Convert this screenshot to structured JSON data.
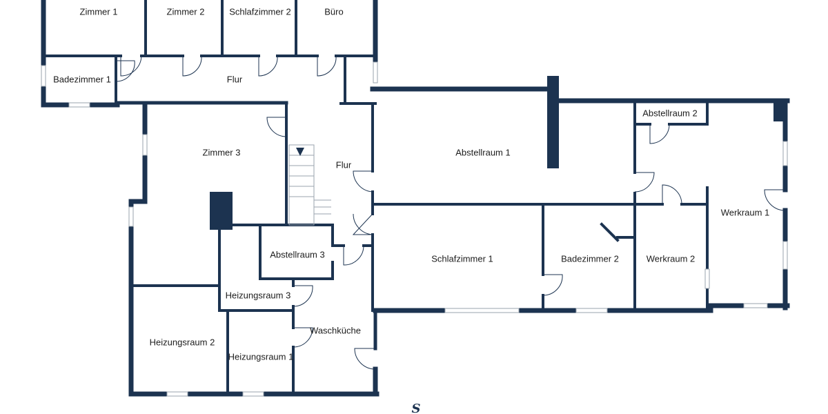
{
  "rooms": {
    "zimmer_1": "Zimmer 1",
    "zimmer_2": "Zimmer 2",
    "schlafzimmer_2": "Schlafzimmer 2",
    "buero": "Büro",
    "badezimmer_1": "Badezimmer 1",
    "flur_oben": "Flur",
    "zimmer_3": "Zimmer 3",
    "flur_mitte": "Flur",
    "abstellraum_1": "Abstellraum 1",
    "abstellraum_2": "Abstellraum 2",
    "werkraum_1": "Werkraum 1",
    "abstellraum_3": "Abstellraum 3",
    "schlafzimmer_1": "Schlafzimmer 1",
    "badezimmer_2": "Badezimmer 2",
    "werkraum_2": "Werkraum 2",
    "heizungsraum_3": "Heizungsraum 3",
    "heizungsraum_2": "Heizungsraum 2",
    "heizungsraum_1": "Heizungsraum 1",
    "waschkueche": "Waschküche"
  },
  "compass": {
    "south_label": "S"
  },
  "colors": {
    "wall": "#1c3350",
    "background": "#ffffff"
  }
}
